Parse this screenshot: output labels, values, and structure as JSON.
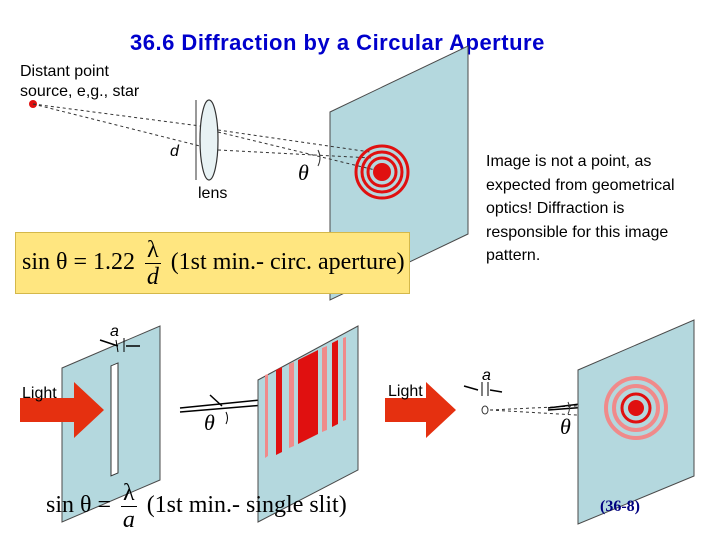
{
  "title": "36.6   Diffraction by a Circular Aperture",
  "labels": {
    "source_line1": "Distant point",
    "source_line2": "source, e,g., star",
    "d": "d",
    "lens": "lens",
    "theta": "θ",
    "a": "a",
    "light": "Light"
  },
  "description": "Image is not a point, as expected from geometrical optics! Diffraction is responsible for this image pattern.",
  "formula_circular": {
    "lhs": "sin θ = 1.22",
    "num": "λ",
    "den": "d",
    "note": "(1st min.- circ. aperture)"
  },
  "formula_slit": {
    "lhs": "sin θ =",
    "num": "λ",
    "den": "a",
    "note": "(1st min.- single slit)"
  },
  "equation_number": "(36-8)",
  "colors": {
    "title": "#0000cc",
    "screen": "#b4d8de",
    "ring_red": "#e01010",
    "ring_pink": "#f08a8a",
    "arrow_red": "#e53010",
    "formula_bg": "#ffe680",
    "eq_number": "#000080"
  }
}
